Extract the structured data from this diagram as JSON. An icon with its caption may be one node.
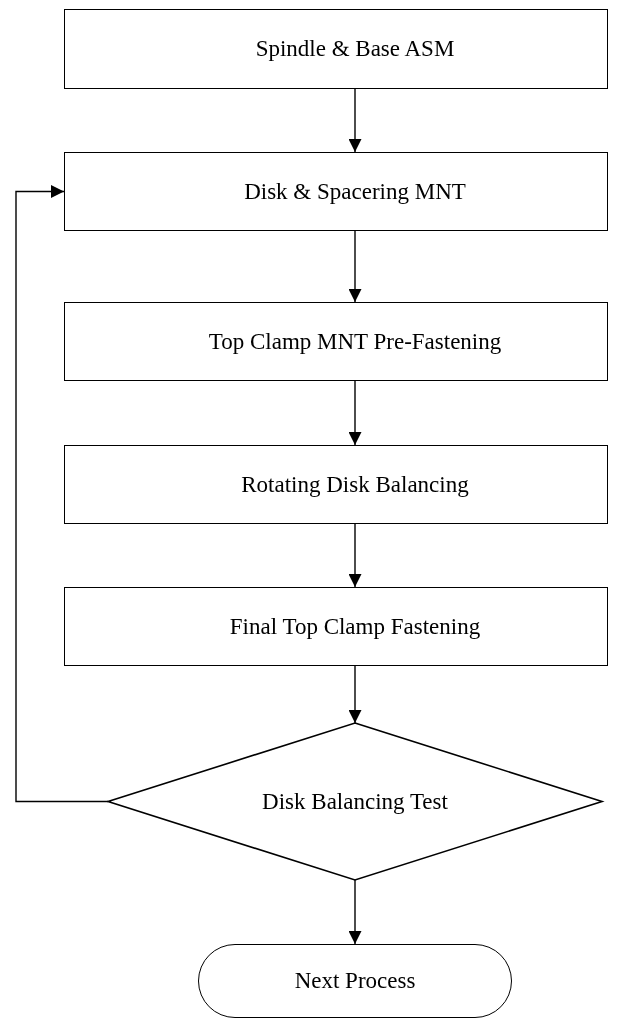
{
  "diagram": {
    "nodes": [
      {
        "text": [
          "Spindle & Base ASM"
        ]
      },
      {
        "text": [
          "Disk & Spacering MNT"
        ]
      },
      {
        "text": [
          "Top Clamp MNT Pre-Fastening"
        ]
      },
      {
        "text": [
          "Rotating Disk Balancing"
        ]
      },
      {
        "text": [
          "Final Top Clamp Fastening"
        ]
      },
      {
        "text": [
          "Disk Balancing Test"
        ]
      },
      {
        "text": [
          "Next Process"
        ]
      }
    ],
    "edges": [
      {
        "from": 0,
        "to": 1,
        "arrow": "to"
      },
      {
        "from": 1,
        "to": 2,
        "arrow": "to"
      },
      {
        "from": 2,
        "to": 3,
        "arrow": "to"
      },
      {
        "from": 3,
        "to": 4,
        "arrow": "to"
      },
      {
        "from": 4,
        "to": 5,
        "arrow": "to"
      },
      {
        "from": 5,
        "to": 6,
        "arrow": "to"
      },
      {
        "from": 5,
        "to": 1,
        "arrow": "to"
      }
    ]
  }
}
